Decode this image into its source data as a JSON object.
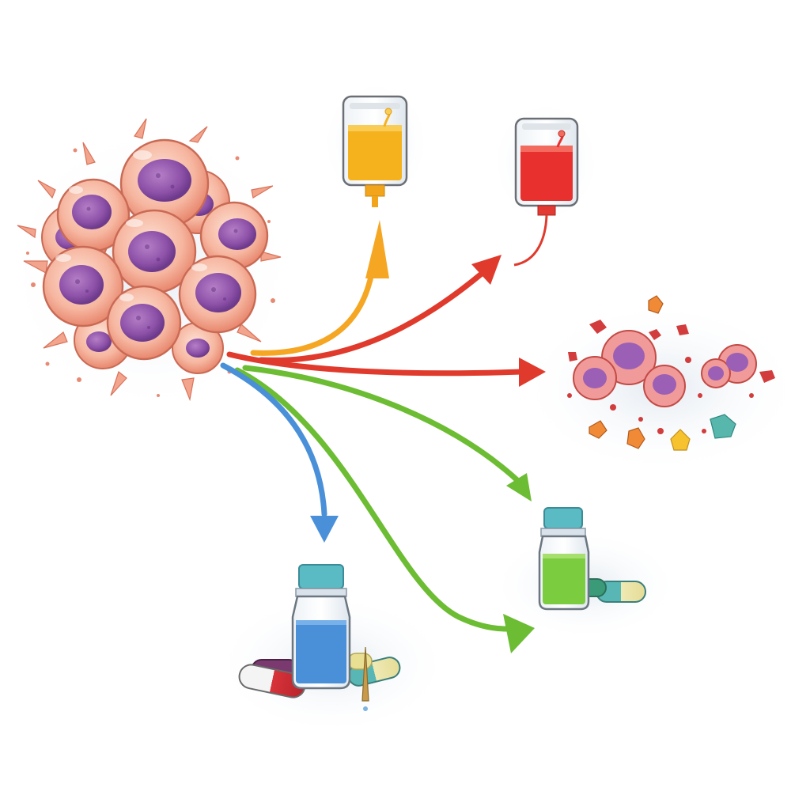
{
  "diagram": {
    "source": {
      "icon": "cancer-cell-cluster-icon"
    },
    "targets": [
      {
        "id": "iv-bag-yellow",
        "icon": "iv-bag-icon",
        "color": "#f6b21c"
      },
      {
        "id": "iv-bag-red",
        "icon": "iv-bag-icon",
        "color": "#e8312f"
      },
      {
        "id": "dispersed-cells",
        "icon": "fragmented-cells-icon",
        "color": "#d83a2c"
      },
      {
        "id": "vial-green",
        "icon": "vial-and-capsules-icon",
        "color": "#6cbd33"
      },
      {
        "id": "vial-blue",
        "icon": "vial-and-capsules-icon",
        "color": "#4a90d9"
      }
    ],
    "arrows": [
      {
        "from": "cell-cluster",
        "to": "iv-bag-yellow",
        "color": "#f5a623"
      },
      {
        "from": "cell-cluster",
        "to": "iv-bag-red",
        "color": "#e03a2c"
      },
      {
        "from": "cell-cluster",
        "to": "dispersed-cells",
        "color": "#e03a2c"
      },
      {
        "from": "cell-cluster",
        "to": "vial-green",
        "color": "#6cbd33"
      },
      {
        "from": "cell-cluster",
        "to": "vial-green",
        "color": "#6cbd33"
      },
      {
        "from": "cell-cluster",
        "to": "vial-blue",
        "color": "#4a90d9"
      }
    ]
  }
}
